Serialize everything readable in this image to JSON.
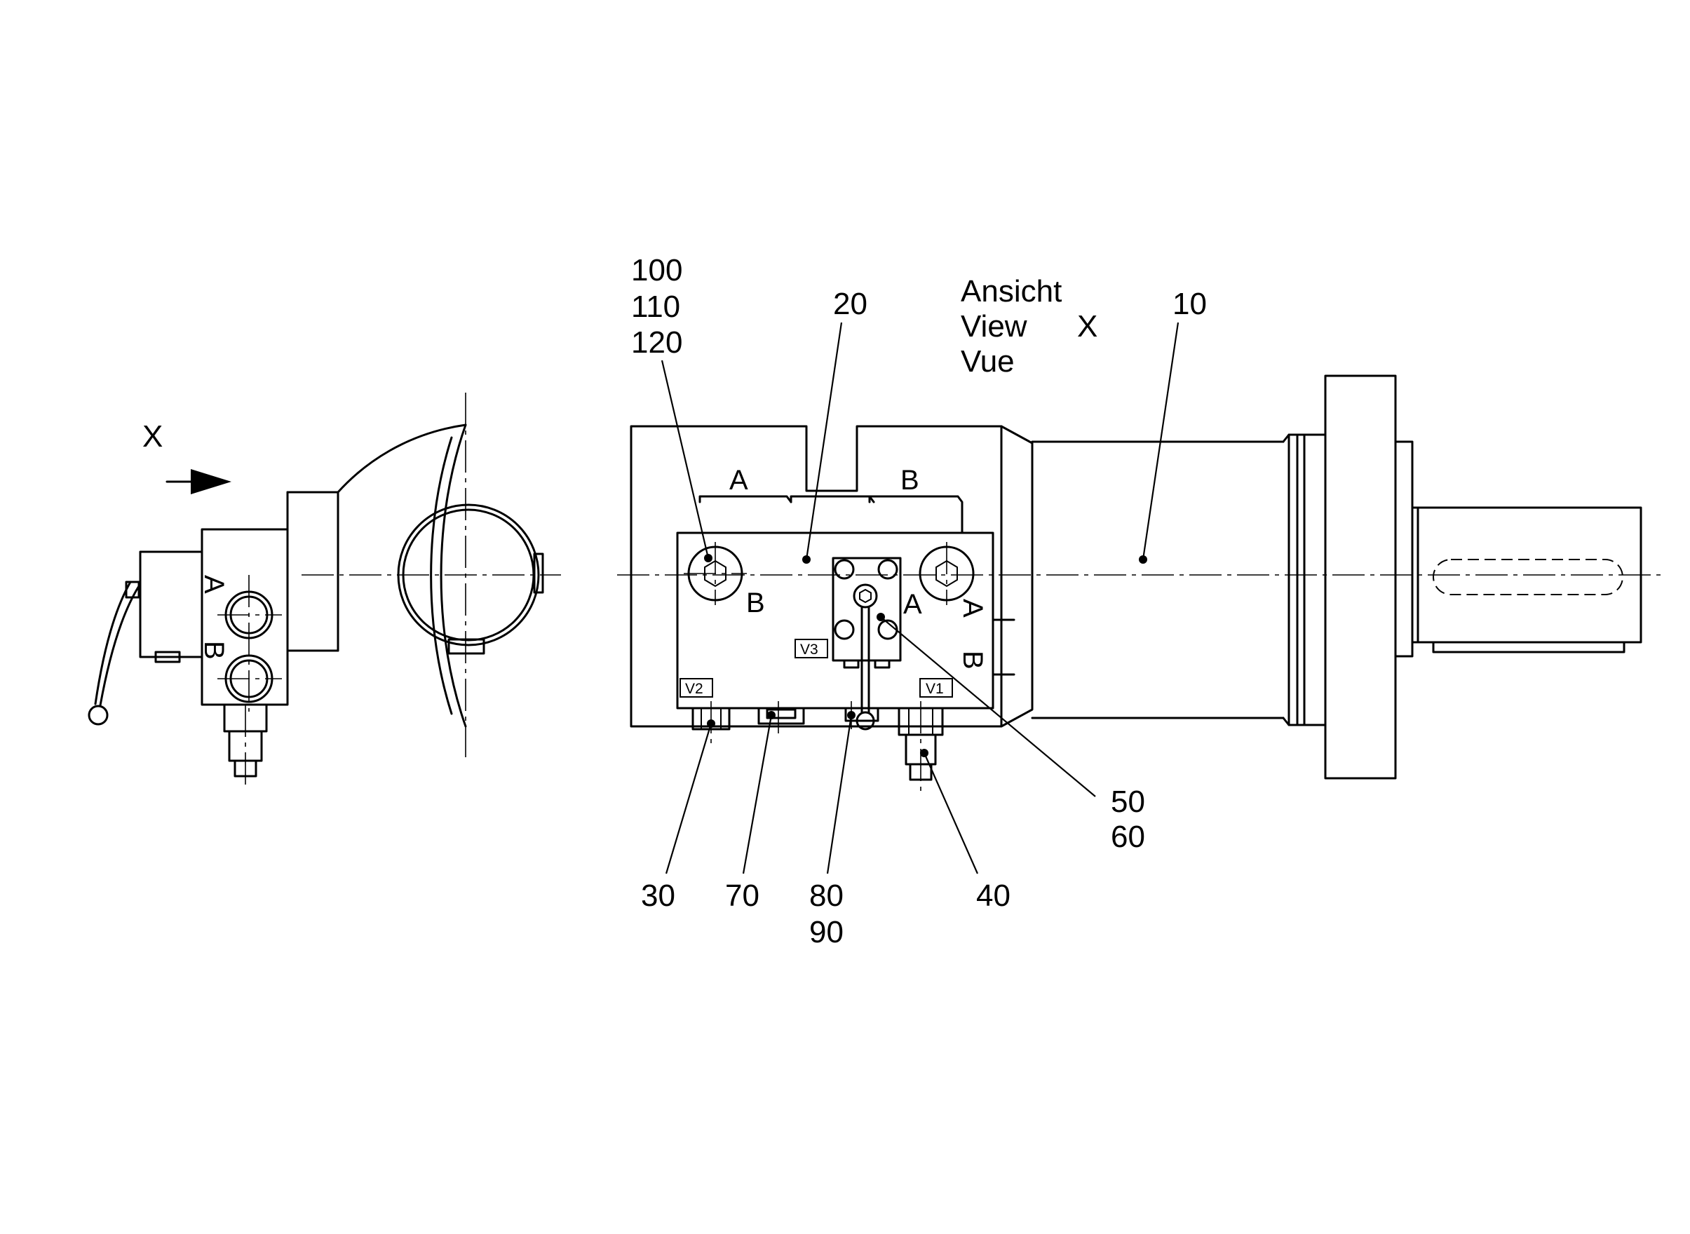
{
  "view_marker": {
    "letter": "X"
  },
  "view_note": {
    "line1": "Ansicht",
    "line2": "View",
    "line3": "Vue",
    "letter": "X"
  },
  "ports": {
    "a": "A",
    "b": "B"
  },
  "valve_tags": {
    "v1": "V1",
    "v2": "V2",
    "v3": "V3"
  },
  "callouts": {
    "c10": "10",
    "c20": "20",
    "c30": "30",
    "c40": "40",
    "c50": "50",
    "c60": "60",
    "c70": "70",
    "c80": "80",
    "c90": "90",
    "c100": "100",
    "c110": "110",
    "c120": "120"
  }
}
